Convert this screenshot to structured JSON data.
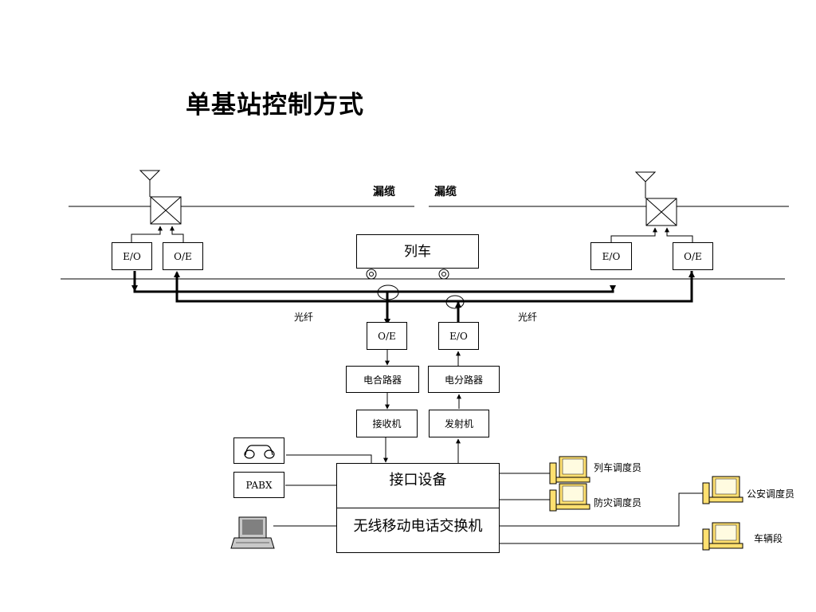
{
  "title": "单基站控制方式",
  "labels": {
    "cable_left": "漏缆",
    "cable_right": "漏缆",
    "fiber_left": "光纤",
    "fiber_right": "光纤"
  },
  "boxes": {
    "left_eo": "E/O",
    "left_oe": "O/E",
    "right_eo": "E/O",
    "right_oe": "O/E",
    "train": "列车",
    "center_oe": "O/E",
    "center_eo": "E/O",
    "combiner": "电合路器",
    "splitter": "电分路器",
    "receiver": "接收机",
    "transmitter": "发射机",
    "pabx": "PABX",
    "interface": "接口设备",
    "switch": "无线移动电话交换机"
  },
  "terminals": [
    {
      "label": "列车调度员"
    },
    {
      "label": "防灾调度员"
    },
    {
      "label": "公安调度员"
    },
    {
      "label": "车辆段"
    }
  ]
}
